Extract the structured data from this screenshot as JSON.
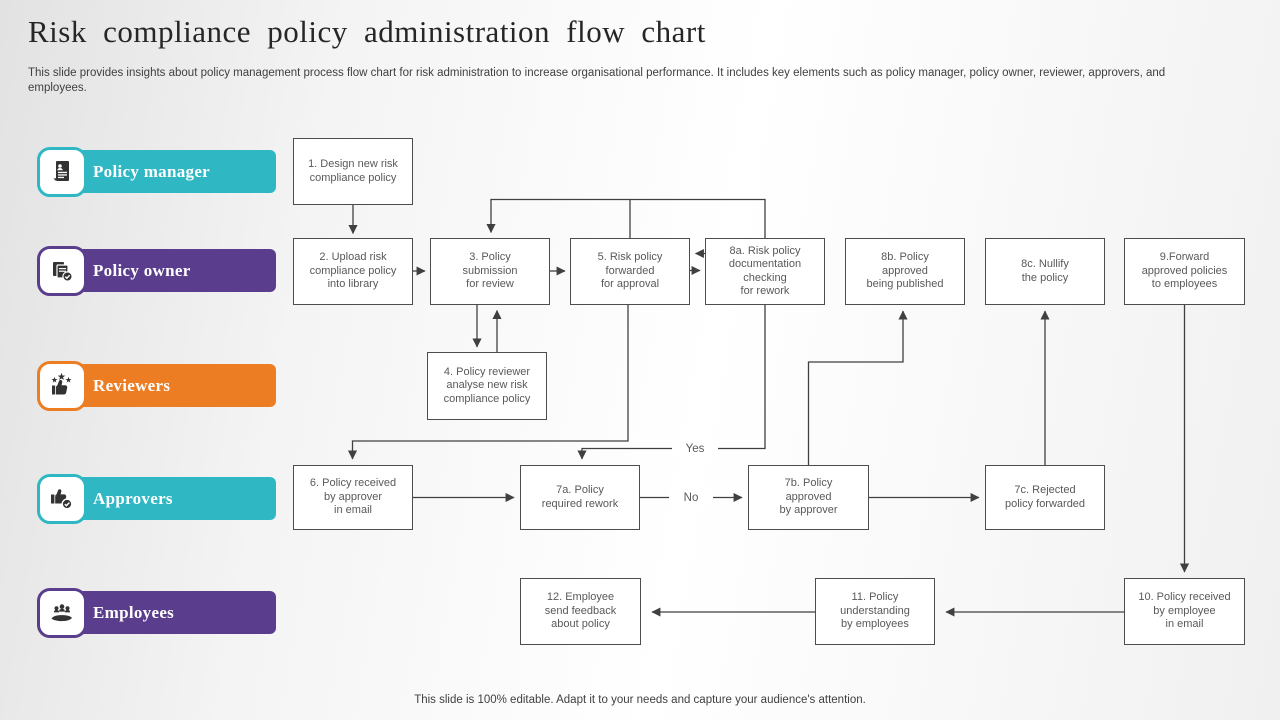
{
  "slide": {
    "title": "Risk compliance policy administration flow chart",
    "subtitle": "This slide provides insights about policy management process flow chart for risk administration to increase organisational performance. It includes key elements such as policy manager, policy owner, reviewer, approvers, and employees.",
    "footer": "This slide is 100% editable. Adapt it to your needs and capture your audience's attention."
  },
  "colors": {
    "teal": "#2fb7c4",
    "purple": "#5a3d8c",
    "orange": "#ed7d23",
    "box_border": "#4d4d4d",
    "box_text": "#595959",
    "connector": "#404040"
  },
  "lanes": [
    {
      "label": "Policy manager",
      "color": "#2fb7c4",
      "icon": "person-document-icon"
    },
    {
      "label": "Policy owner",
      "color": "#5a3d8c",
      "icon": "documents-check-icon"
    },
    {
      "label": "Reviewers",
      "color": "#ed7d23",
      "icon": "thumbsup-stars-icon"
    },
    {
      "label": "Approvers",
      "color": "#2fb7c4",
      "icon": "thumbsup-check-icon"
    },
    {
      "label": "Employees",
      "color": "#5a3d8c",
      "icon": "hand-people-icon"
    }
  ],
  "nodes": [
    {
      "id": "1",
      "label": "1. Design new risk\ncompliance policy"
    },
    {
      "id": "2",
      "label": "2. Upload risk\ncompliance policy\ninto library"
    },
    {
      "id": "3",
      "label": "3. Policy\nsubmission\nfor review"
    },
    {
      "id": "4",
      "label": "4. Policy reviewer\nanalyse new risk\ncompliance policy"
    },
    {
      "id": "5",
      "label": "5. Risk policy\nforwarded\nfor approval"
    },
    {
      "id": "6",
      "label": "6. Policy received\nby approver\nin email"
    },
    {
      "id": "7a",
      "label": "7a. Policy\nrequired rework"
    },
    {
      "id": "7b",
      "label": "7b. Policy\napproved\nby approver"
    },
    {
      "id": "7c",
      "label": "7c. Rejected\npolicy forwarded"
    },
    {
      "id": "8a",
      "label": "8a. Risk policy\ndocumentation\nchecking\nfor rework"
    },
    {
      "id": "8b",
      "label": "8b. Policy\napproved\nbeing published"
    },
    {
      "id": "8c",
      "label": "8c. Nullify\nthe policy"
    },
    {
      "id": "9",
      "label": "9.Forward\napproved policies\nto employees"
    },
    {
      "id": "10",
      "label": "10. Policy received\nby employee\nin email"
    },
    {
      "id": "11",
      "label": "11. Policy\nunderstanding\nby employees"
    },
    {
      "id": "12",
      "label": "12. Employee\nsend feedback\nabout policy"
    }
  ],
  "edge_labels": {
    "yes": "Yes",
    "no": "No"
  }
}
